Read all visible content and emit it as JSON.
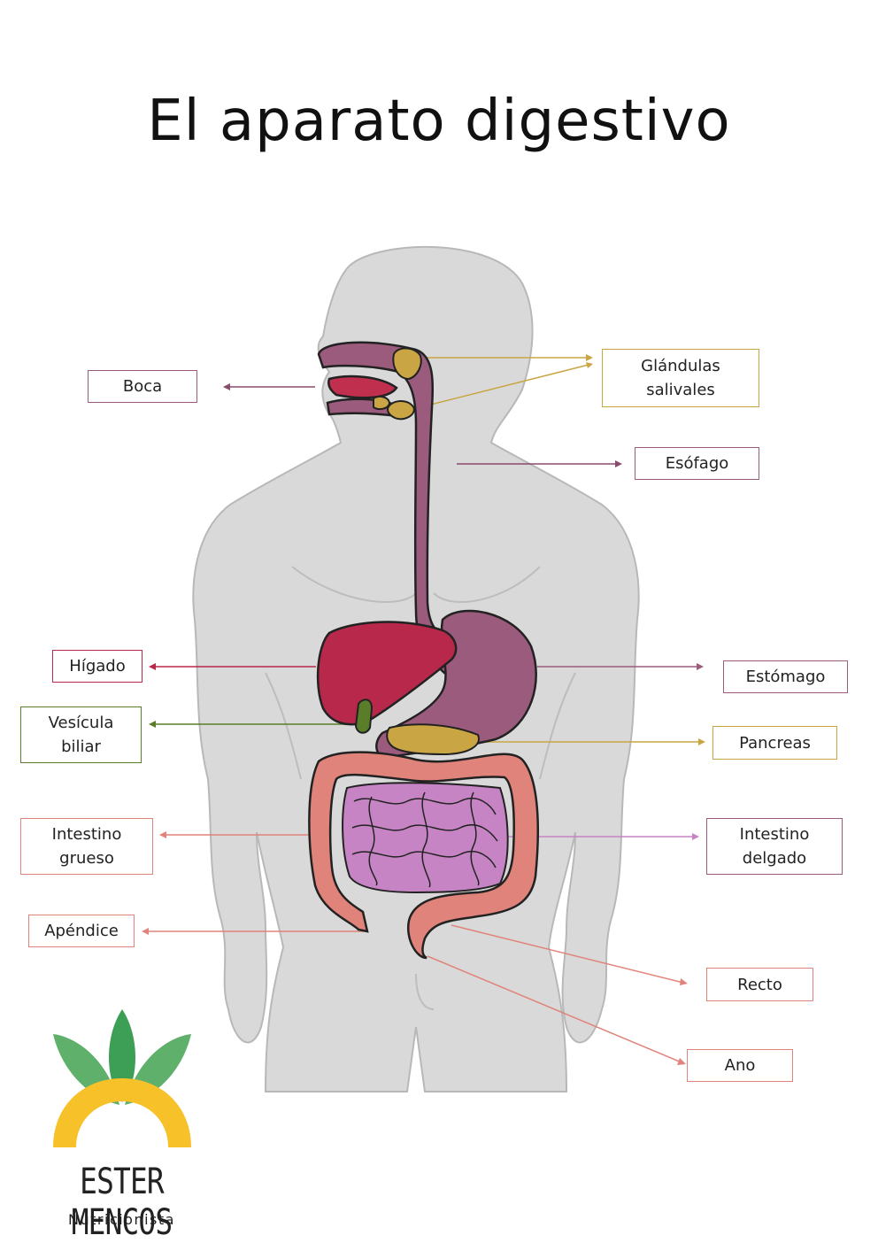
{
  "title": "El aparato digestivo",
  "labels": {
    "boca": "Boca",
    "glandulas": "Glándulas\nsalivales",
    "esofago": "Esófago",
    "higado": "Hígado",
    "estomago": "Estómago",
    "vesicula": "Vesícula\nbiliar",
    "pancreas": "Pancreas",
    "intestino_grueso": "Intestino\ngrueso",
    "intestino_delgado": "Intestino\ndelgado",
    "apendice": "Apéndice",
    "recto": "Recto",
    "ano": "Ano"
  },
  "colors": {
    "body": "#d9d9d9",
    "esophagus_stomach": "#9a5b7c",
    "liver": "#b8284a",
    "gallbladder": "#5a7d2a",
    "salivary_pancreas": "#c9a544",
    "large_intestine": "#e0837a",
    "small_intestine": "#c684c4",
    "leaf_light": "#5fb06a",
    "leaf_dark": "#3d9f56",
    "sun": "#f7c12a"
  },
  "brand": {
    "name": "ESTER MENCOS",
    "subtitle": "Nutricionista"
  }
}
